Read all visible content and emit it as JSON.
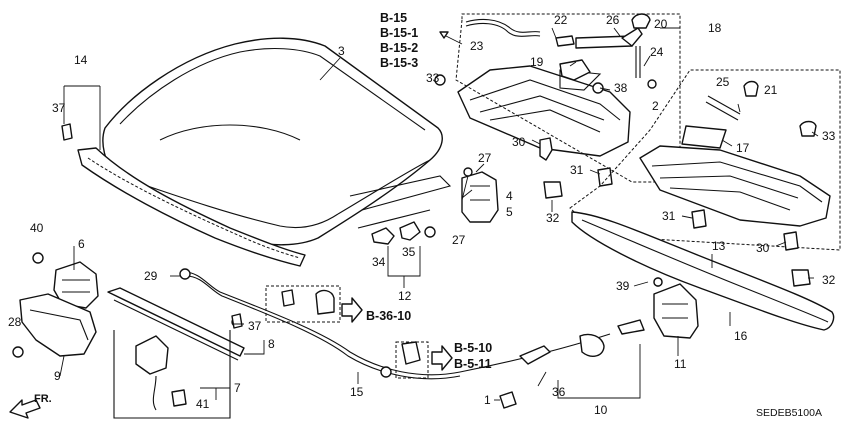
{
  "diagram_code": "SEDEB5100A",
  "front_label": "FR.",
  "ref_labels": {
    "hood_refs": [
      "B-15",
      "B-15-1",
      "B-15-2",
      "B-15-3"
    ],
    "cable_ref": "B-36-10",
    "latch_refs": [
      "B-5-10",
      "B-5-11"
    ]
  },
  "callouts": {
    "n1": "1",
    "n2": "2",
    "n3": "3",
    "n4": "4",
    "n5": "5",
    "n6": "6",
    "n7": "7",
    "n8": "8",
    "n9": "9",
    "n10": "10",
    "n11": "11",
    "n12": "12",
    "n13": "13",
    "n14": "14",
    "n15": "15",
    "n16": "16",
    "n17": "17",
    "n18": "18",
    "n19": "19",
    "n20": "20",
    "n21": "21",
    "n22": "22",
    "n23": "23",
    "n24": "24",
    "n25": "25",
    "n26": "26",
    "n27a": "27",
    "n27b": "27",
    "n28": "28",
    "n29": "29",
    "n30a": "30",
    "n30b": "30",
    "n31a": "31",
    "n31b": "31",
    "n32a": "32",
    "n32b": "32",
    "n33": "33",
    "n34": "34",
    "n35": "35",
    "n36": "36",
    "n37a": "37",
    "n37b": "37",
    "n38": "38",
    "n39": "39",
    "n40": "40",
    "n41": "41"
  }
}
